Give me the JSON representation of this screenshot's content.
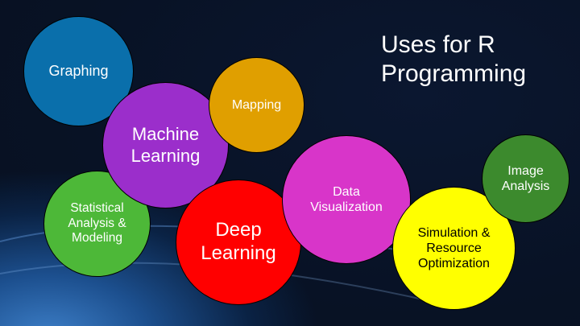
{
  "title": {
    "line1": "Uses for R",
    "line2": "Programming"
  },
  "bubbles": [
    {
      "label": "Graphing",
      "color": "#0a6fab"
    },
    {
      "label": "Statistical Analysis & Modeling",
      "color": "#4db838"
    },
    {
      "label": "Machine Learning",
      "color": "#9b2ecb"
    },
    {
      "label": "Mapping",
      "color": "#e09f00"
    },
    {
      "label": "Deep Learning",
      "color": "#ff0000"
    },
    {
      "label": "Data Visualization",
      "color": "#d835c9"
    },
    {
      "label": "Simulation & Resource Optimization",
      "color": "#ffff00"
    },
    {
      "label": "Image Analysis",
      "color": "#3c8a2d"
    }
  ]
}
